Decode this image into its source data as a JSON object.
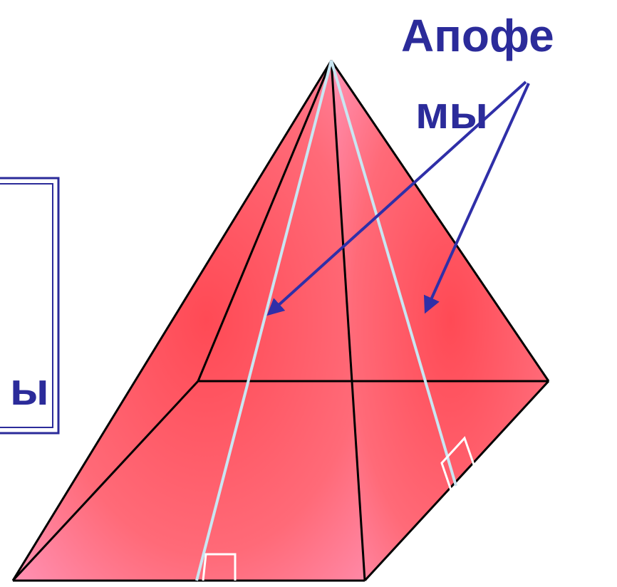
{
  "labels": {
    "apothems_line1": "Апофе",
    "apothems_line2": "мы",
    "side_box_fragment": "ы"
  },
  "colors": {
    "label": "#2b2b9a",
    "arrow": "#2f2fa8",
    "face_light": "#ff8fb3",
    "face_mid": "#ff6f7d",
    "face_dark": "#ff4a55",
    "apothem_line": "#c9e6f2",
    "edge": "#000000",
    "box_border": "#2b2b9a"
  }
}
